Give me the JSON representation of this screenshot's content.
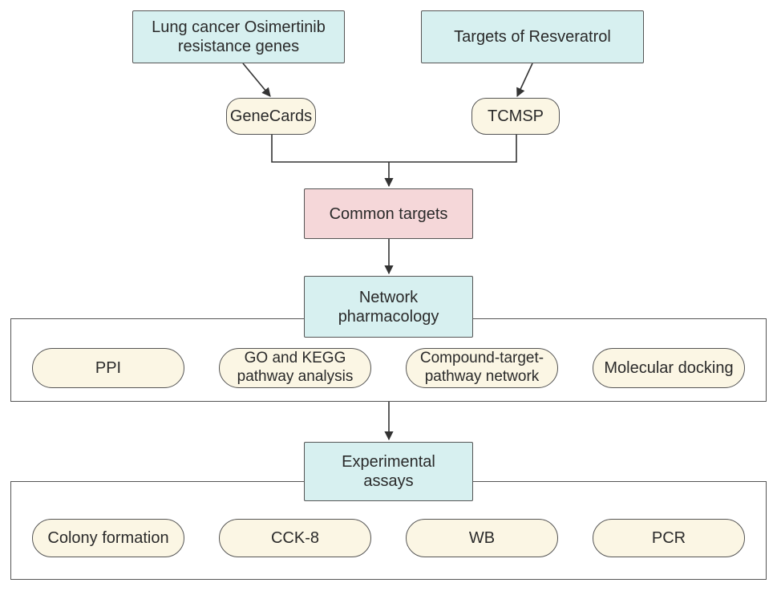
{
  "colors": {
    "source_fill": "#d7f0f0",
    "result_fill": "#f5d7d9",
    "item_fill": "#fbf6e4",
    "stroke": "#555555",
    "text": "#2a2a2a"
  },
  "top": {
    "left_source": "Lung cancer Osimertinib\nresistance genes",
    "right_source": "Targets of Resveratrol",
    "left_db": "GeneCards",
    "right_db": "TCMSP"
  },
  "common": "Common targets",
  "network": {
    "title": "Network\npharmacology",
    "items": [
      "PPI",
      "GO and KEGG\npathway analysis",
      "Compound-target-\npathway network",
      "Molecular docking"
    ]
  },
  "experimental": {
    "title": "Experimental\nassays",
    "items": [
      "Colony formation",
      "CCK-8",
      "WB",
      "PCR"
    ]
  }
}
